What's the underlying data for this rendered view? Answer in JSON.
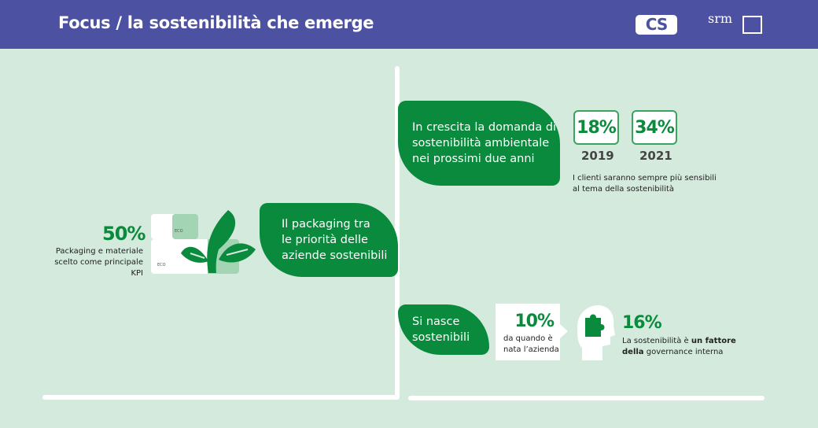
{
  "header": {
    "title": "Focus / la sostenibilità che emerge",
    "logo_cs": "CS",
    "logo_srm": "srm"
  },
  "packaging": {
    "percent": "50%",
    "desc_line1": "Packaging e materiale",
    "desc_line2": "scelto come principale KPI",
    "box_label": "ECO",
    "headline": [
      "Il packaging tra",
      "le priorità delle",
      "aziende sostenibili"
    ]
  },
  "demand": {
    "headline": [
      "In crescita la domanda di",
      "sostenibilità ambientale",
      "nei prossimi due anni"
    ],
    "stats": [
      {
        "percent": "18%",
        "year": "2019"
      },
      {
        "percent": "34%",
        "year": "2021"
      }
    ],
    "note_line1": "I clienti saranno sempre più sensibili",
    "note_line2": "al tema della sostenibilità"
  },
  "born": {
    "headline": [
      "Si nasce",
      "sostenibili"
    ],
    "percent": "10%",
    "desc_line1": "da quando è",
    "desc_line2": "nata l’azienda"
  },
  "governance": {
    "percent": "16%",
    "text_pre": "La sostenibilità è ",
    "text_bold1": "un fattore",
    "text_bold2": "della",
    "text_post": " governance interna"
  },
  "colors": {
    "header": "#4c52a1",
    "green": "#0a8a3c",
    "background": "#d3eadd"
  }
}
